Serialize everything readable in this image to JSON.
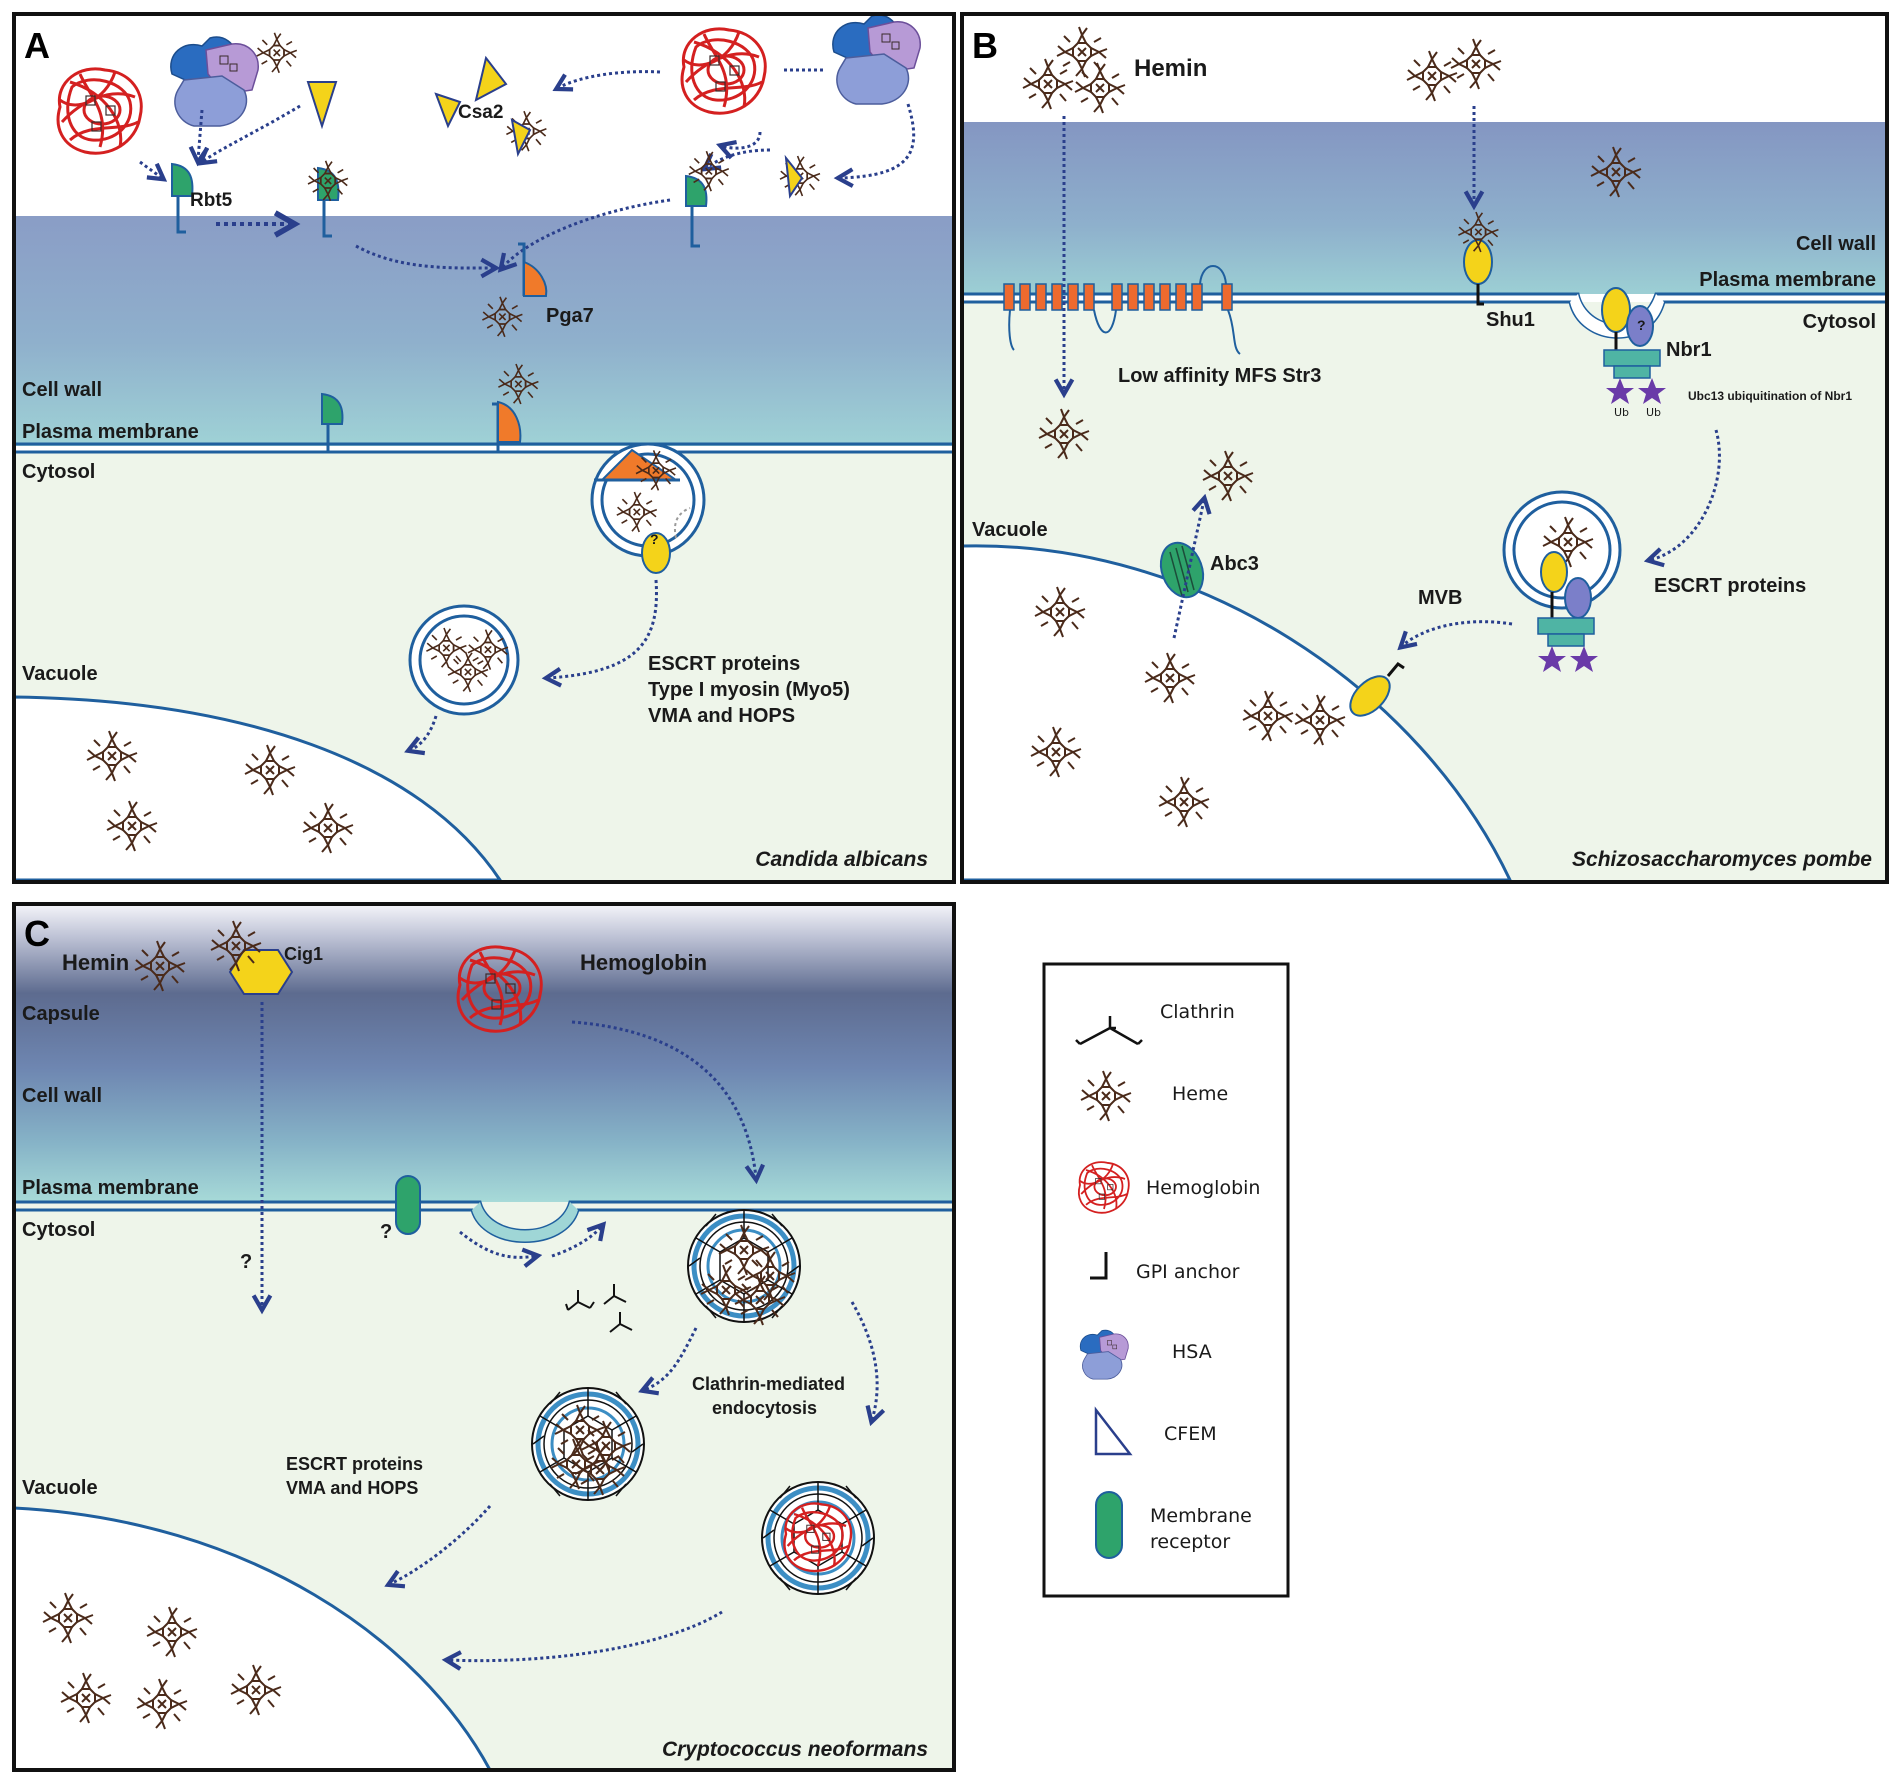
{
  "panel_a": {
    "letter": "A",
    "species": "Candida albicans",
    "layers": {
      "cell_wall": "Cell wall",
      "plasma_membrane": "Plasma membrane",
      "cytosol": "Cytosol",
      "vacuole": "Vacuole"
    },
    "proteins": {
      "rbt5": "Rbt5",
      "csa2": "Csa2",
      "pga7": "Pga7",
      "unknown": "?"
    },
    "pathway_lines": [
      "ESCRT proteins",
      "Type I myosin (Myo5)",
      "VMA and HOPS"
    ]
  },
  "panel_b": {
    "letter": "B",
    "species": "Schizosaccharomyces pombe",
    "hemin": "Hemin",
    "layers": {
      "cell_wall": "Cell wall",
      "plasma_membrane": "Plasma membrane",
      "cytosol": "Cytosol",
      "vacuole": "Vacuole"
    },
    "transporter": "Low affinity MFS Str3",
    "proteins": {
      "shu1": "Shu1",
      "nbr1": "Nbr1",
      "abc3": "Abc3",
      "unknown": "?"
    },
    "ubiquitin": "Ub",
    "ubc13_note": "Ubc13 ubiquitination of Nbr1",
    "escrt": "ESCRT proteins",
    "mvb": "MVB"
  },
  "panel_c": {
    "letter": "C",
    "species": "Cryptococcus neoformans",
    "hemin": "Hemin",
    "cig1": "Cig1",
    "hemoglobin": "Hemoglobin",
    "layers": {
      "capsule": "Capsule",
      "cell_wall": "Cell wall",
      "plasma_membrane": "Plasma membrane",
      "cytosol": "Cytosol",
      "vacuole": "Vacuole"
    },
    "unknown": "?",
    "cme_lines": [
      "Clathrin-mediated",
      "endocytosis"
    ],
    "pathway_lines": [
      "ESCRT proteins",
      "VMA and HOPS"
    ]
  },
  "legend": {
    "items": [
      "Clathrin",
      "Heme",
      "Hemoglobin",
      "GPI anchor",
      "HSA",
      "CFEM"
    ],
    "membrane_receptor_lines": [
      "Membrane",
      "receptor"
    ]
  },
  "colors": {
    "membrane": "#1f5f9e",
    "cytosol": "#eef5ea",
    "cell_wall_top": "#8fa3c7",
    "cell_wall_bottom": "#8ec8d2",
    "arrow": "#2a3f8c",
    "hemoglobin": "#d42020",
    "cfem_green": "#2ea36b",
    "pga7_orange": "#f07a2a",
    "protein_yellow": "#f4d31a",
    "nbr1_purple": "#7b7fc9",
    "ubiquitin_star": "#6a3aa8",
    "transporter_orange": "#ee6a2e",
    "hsa_blue": "#2a6cc0",
    "heme_brown": "#4a2a1a"
  }
}
